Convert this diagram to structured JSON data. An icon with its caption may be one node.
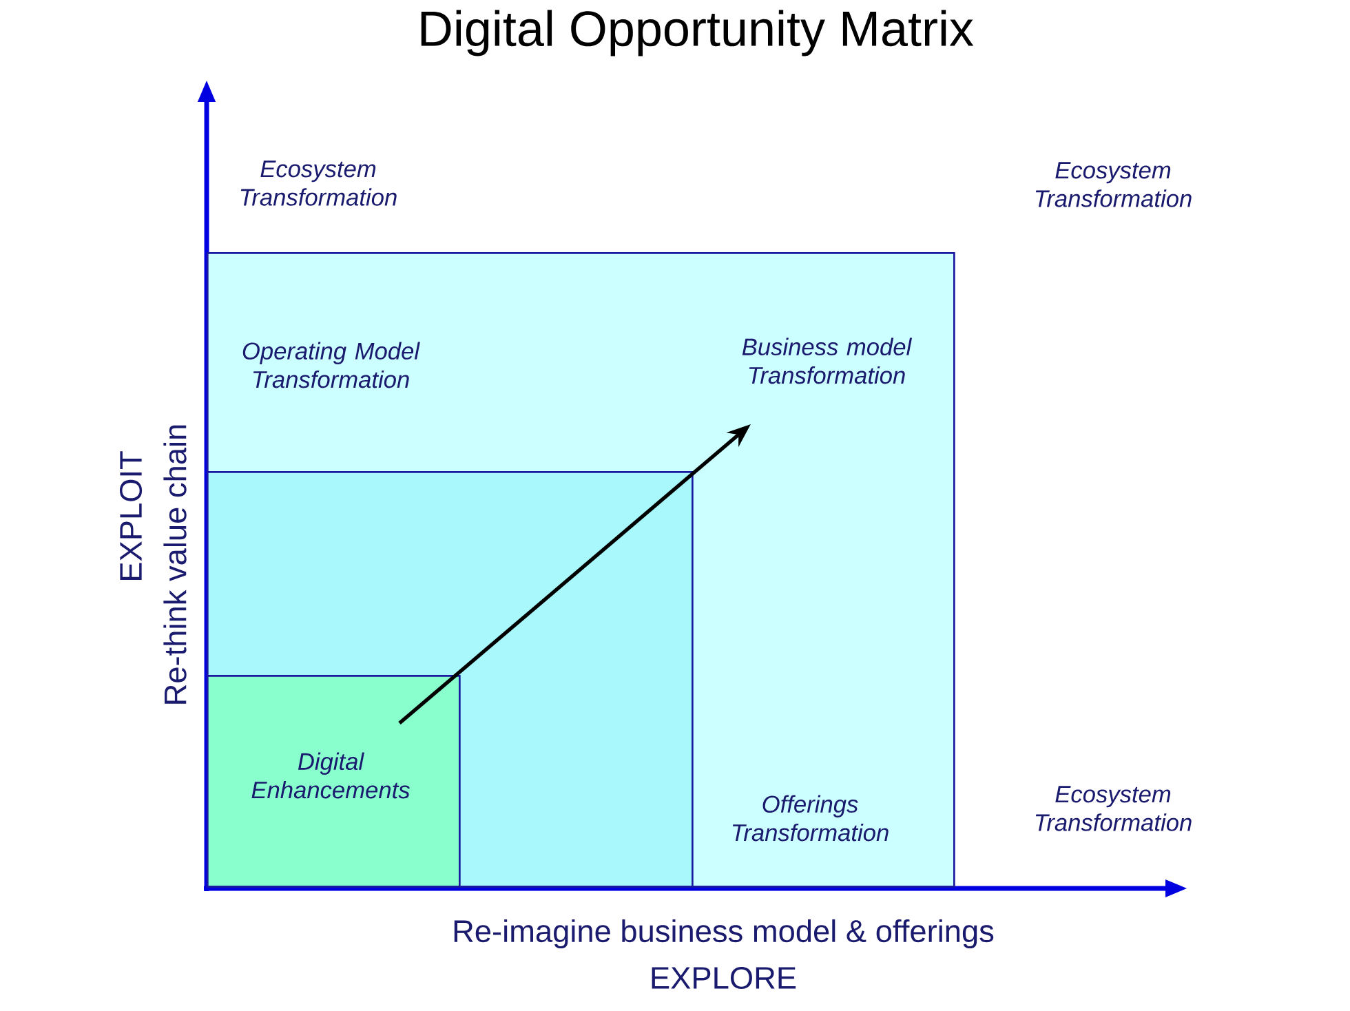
{
  "diagram": {
    "title": "Digital Opportunity Matrix",
    "nodes": [
      {
        "text": [
          "Operating Model Transformation",
          "Business model Transformation",
          "Offerings Transformation"
        ]
      },
      {
        "text": [],
        "shape": "box",
        "in": 0
      },
      {
        "text": [
          "Digital Enhancements"
        ],
        "in": 1
      }
    ],
    "labels": [
      "Ecosystem Transformation",
      "Ecosystem Transformation",
      "EXPLOIT",
      "Re-think value chain",
      "Ecosystem Transformation",
      "Re-imagine business model & offerings",
      "EXPLORE"
    ]
  }
}
